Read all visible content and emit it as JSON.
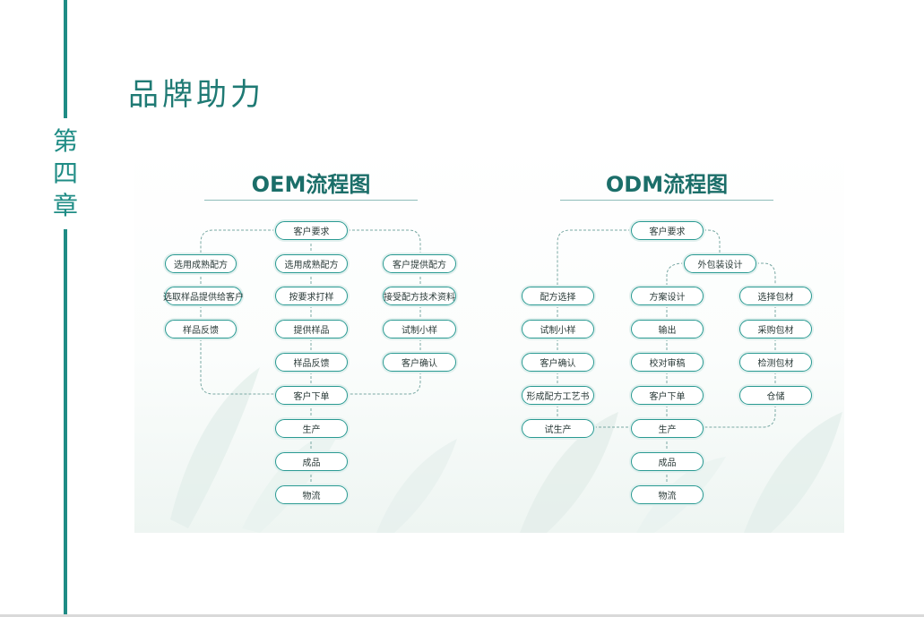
{
  "page": {
    "title": "品牌助力",
    "chapter": [
      "第",
      "四",
      "章"
    ]
  },
  "colors": {
    "accent": "#1f8c85",
    "node_border": "#2a9a92",
    "title": "#1b6e69"
  },
  "oem": {
    "title": "OEM流程图",
    "top": "客户要求",
    "left": [
      "选用成熟配方",
      "选取样品提供给客户",
      "样品反馈"
    ],
    "mid": [
      "选用成熟配方",
      "按要求打样",
      "提供样品",
      "样品反馈"
    ],
    "right": [
      "客户提供配方",
      "接受配方技术资料",
      "试制小样",
      "客户确认"
    ],
    "bottom": [
      "客户下单",
      "生产",
      "成品",
      "物流"
    ]
  },
  "odm": {
    "title": "ODM流程图",
    "top": "客户要求",
    "pkg": "外包装设计",
    "left": [
      "配方选择",
      "试制小样",
      "客户确认",
      "形成配方工艺书",
      "试生产"
    ],
    "mid": [
      "方案设计",
      "输出",
      "校对审稿",
      "客户下单"
    ],
    "right": [
      "选择包材",
      "采购包材",
      "检测包材",
      "仓储"
    ],
    "bottom": [
      "生产",
      "成品",
      "物流"
    ]
  }
}
